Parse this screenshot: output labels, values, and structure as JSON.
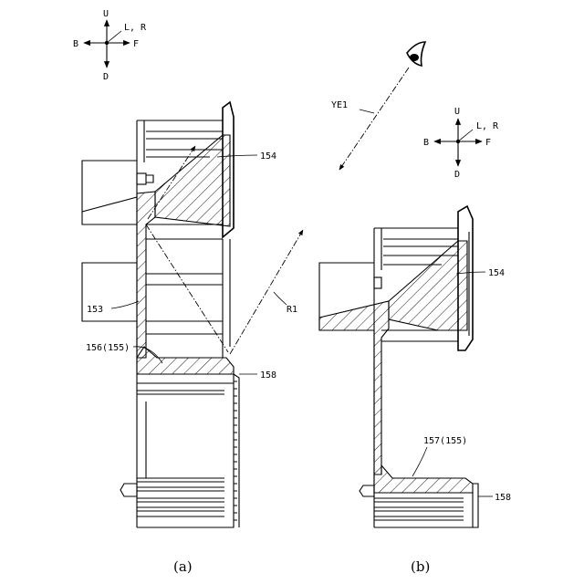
{
  "compass_a": {
    "up": "U",
    "down": "D",
    "back": "B",
    "front": "F",
    "lr": "L, R"
  },
  "compass_b": {
    "up": "U",
    "down": "D",
    "back": "B",
    "front": "F",
    "lr": "L, R"
  },
  "labels": {
    "l154a": "154",
    "l153": "153",
    "l156": "156(155)",
    "l158a": "158",
    "lR1": "R1",
    "lYE1": "YE1",
    "l154b": "154",
    "l157": "157(155)",
    "l158b": "158"
  },
  "captions": {
    "a": "(a)",
    "b": "(b)"
  }
}
